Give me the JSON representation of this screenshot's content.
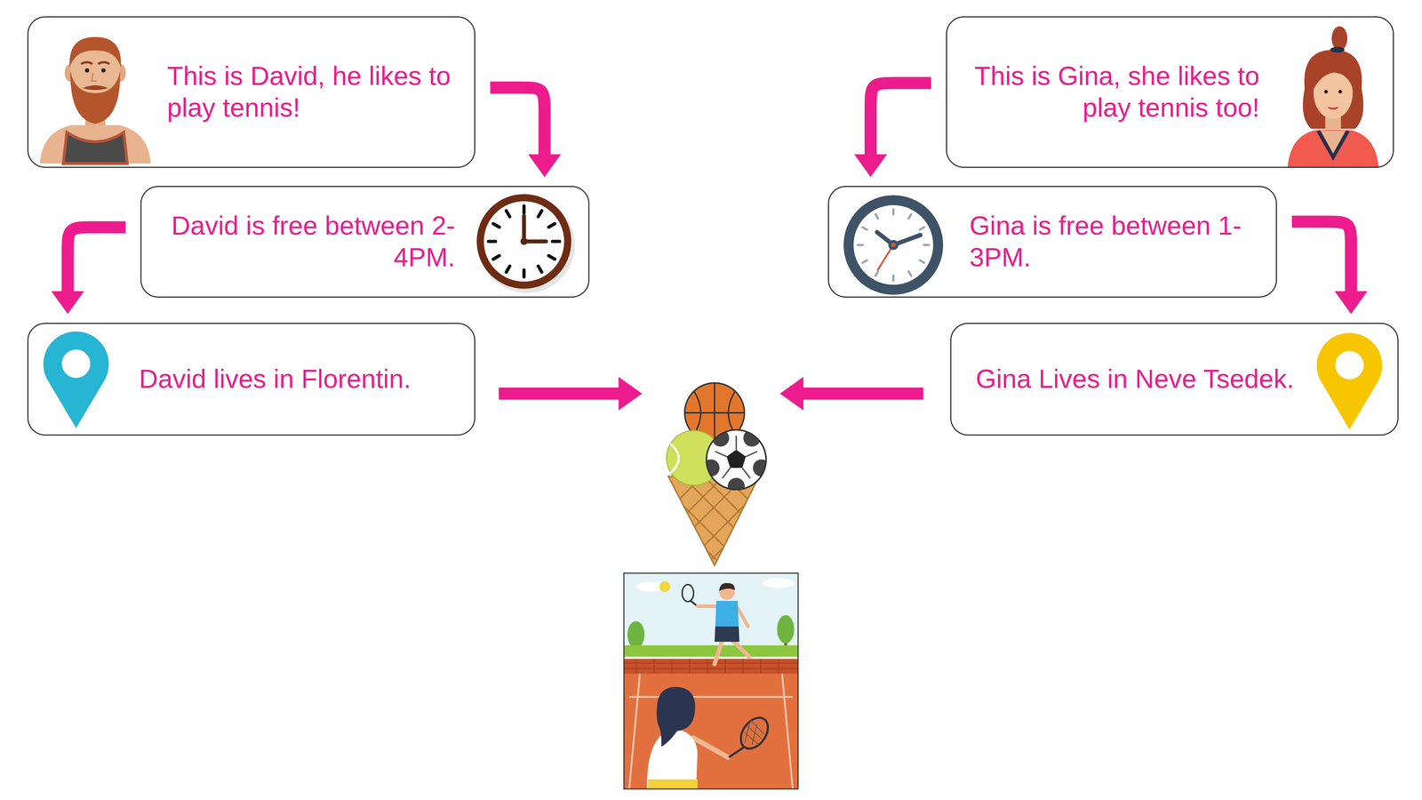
{
  "diagram": {
    "nodes": [
      {
        "text": [
          "This is David, he likes to play tennis!"
        ]
      },
      {
        "text": [
          "This is Gina, she likes to play tennis too!"
        ]
      },
      {
        "text": [
          "David is free between 2-4PM."
        ]
      },
      {
        "text": [
          "Gina is free between 1-3PM."
        ]
      },
      {
        "text": [
          "David lives in Florentin."
        ]
      },
      {
        "text": [
          "Gina Lives in Neve Tsedek."
        ]
      }
    ],
    "edges": [
      {
        "from": 0,
        "to": 2,
        "arrow": "to"
      },
      {
        "from": 2,
        "to": 4,
        "arrow": "to"
      },
      {
        "from": 1,
        "to": 3,
        "arrow": "to"
      },
      {
        "from": 3,
        "to": 5,
        "arrow": "to"
      }
    ]
  }
}
